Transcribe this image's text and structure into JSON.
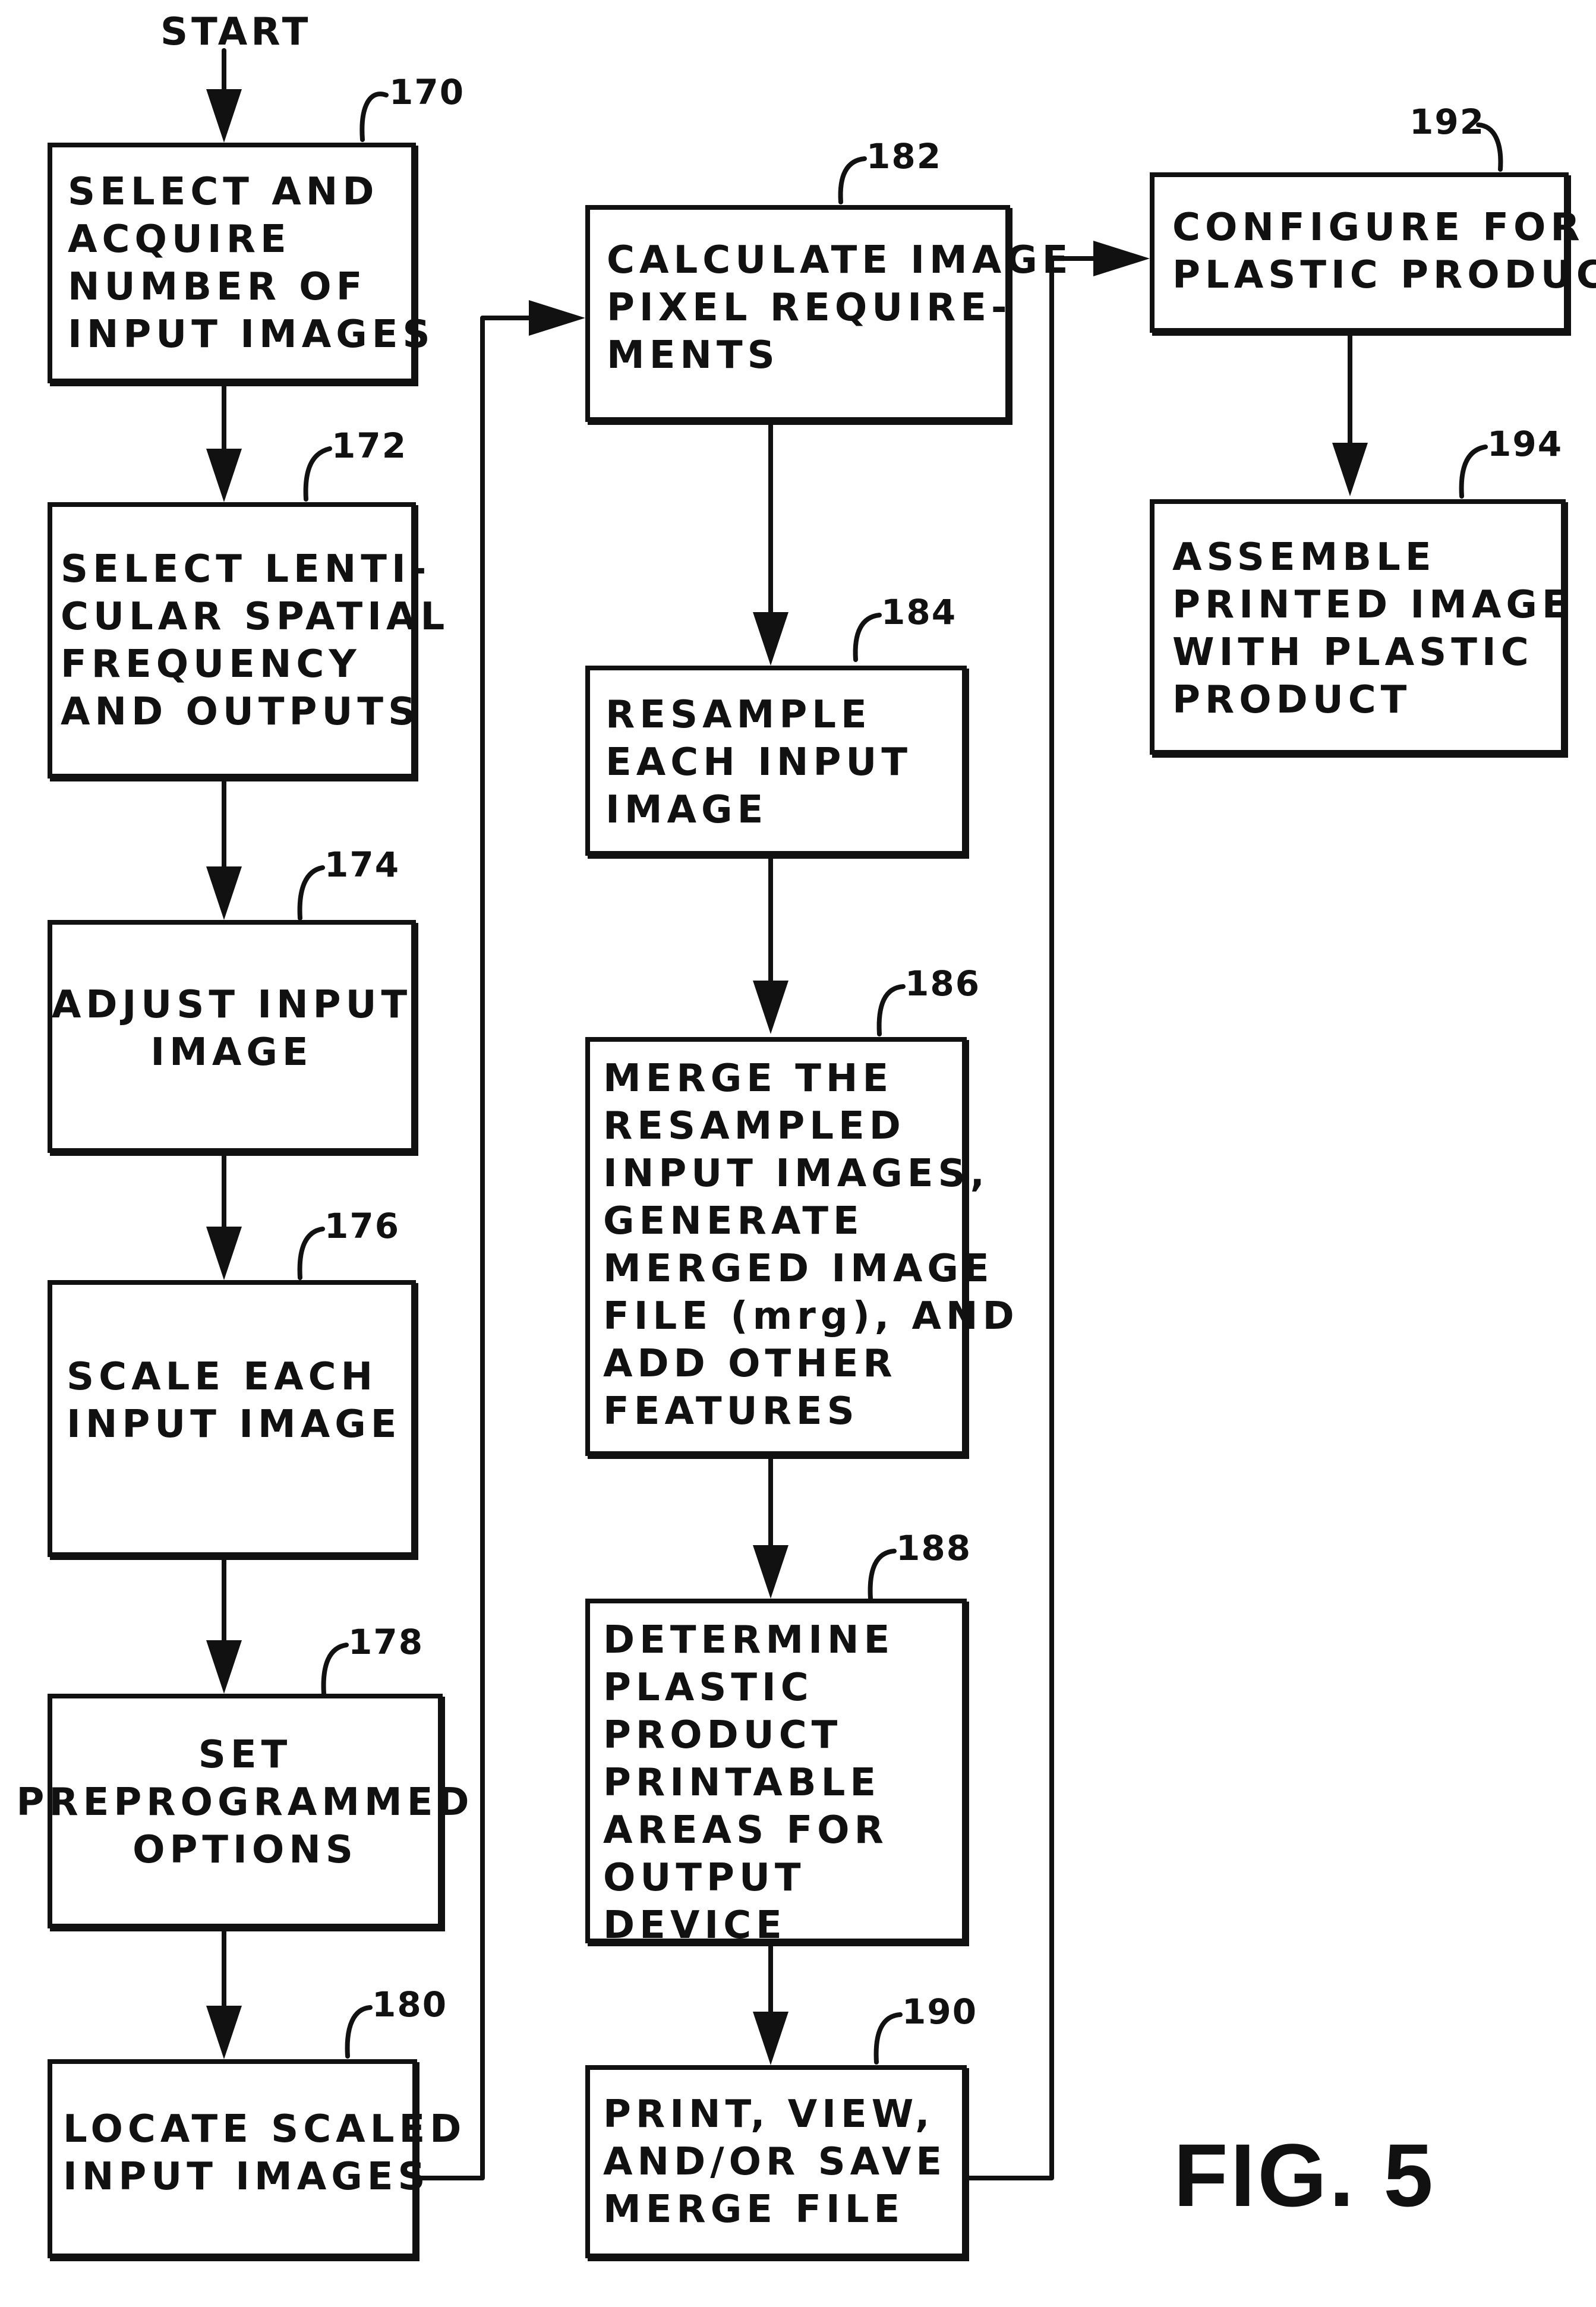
{
  "diagram": {
    "start_label": "START",
    "figure_label": "FIG. 5",
    "colors": {
      "ink": "#111111",
      "paper": "#ffffff"
    },
    "steps": {
      "s170": {
        "ref": "170",
        "lines": [
          "SELECT AND",
          "ACQUIRE",
          "NUMBER OF",
          "INPUT IMAGES"
        ]
      },
      "s172": {
        "ref": "172",
        "lines": [
          "SELECT LENTI-",
          "CULAR SPATIAL",
          "FREQUENCY",
          "AND OUTPUTS"
        ]
      },
      "s174": {
        "ref": "174",
        "lines": [
          "ADJUST INPUT",
          "IMAGE"
        ]
      },
      "s176": {
        "ref": "176",
        "lines": [
          "SCALE EACH",
          "INPUT IMAGE"
        ]
      },
      "s178": {
        "ref": "178",
        "lines": [
          "SET",
          "PREPROGRAMMED",
          "OPTIONS"
        ]
      },
      "s180": {
        "ref": "180",
        "lines": [
          "LOCATE SCALED",
          "INPUT IMAGES"
        ]
      },
      "s182": {
        "ref": "182",
        "lines": [
          "CALCULATE IMAGE",
          "PIXEL REQUIRE-",
          "MENTS"
        ]
      },
      "s184": {
        "ref": "184",
        "lines": [
          "RESAMPLE",
          "EACH INPUT",
          "IMAGE"
        ]
      },
      "s186": {
        "ref": "186",
        "lines": [
          "MERGE THE",
          "RESAMPLED",
          "INPUT IMAGES,",
          "GENERATE",
          "MERGED IMAGE",
          "FILE (mrg), AND",
          "ADD OTHER",
          "FEATURES"
        ]
      },
      "s188": {
        "ref": "188",
        "lines": [
          "DETERMINE",
          "PLASTIC",
          "PRODUCT",
          "PRINTABLE",
          "AREAS FOR",
          "OUTPUT",
          "DEVICE"
        ]
      },
      "s190": {
        "ref": "190",
        "lines": [
          "PRINT, VIEW,",
          "AND/OR SAVE",
          "MERGE FILE"
        ]
      },
      "s192": {
        "ref": "192",
        "lines": [
          "CONFIGURE FOR",
          "PLASTIC PRODUCT"
        ]
      },
      "s194": {
        "ref": "194",
        "lines": [
          "ASSEMBLE",
          "PRINTED IMAGE",
          "WITH PLASTIC",
          "PRODUCT"
        ]
      }
    }
  }
}
